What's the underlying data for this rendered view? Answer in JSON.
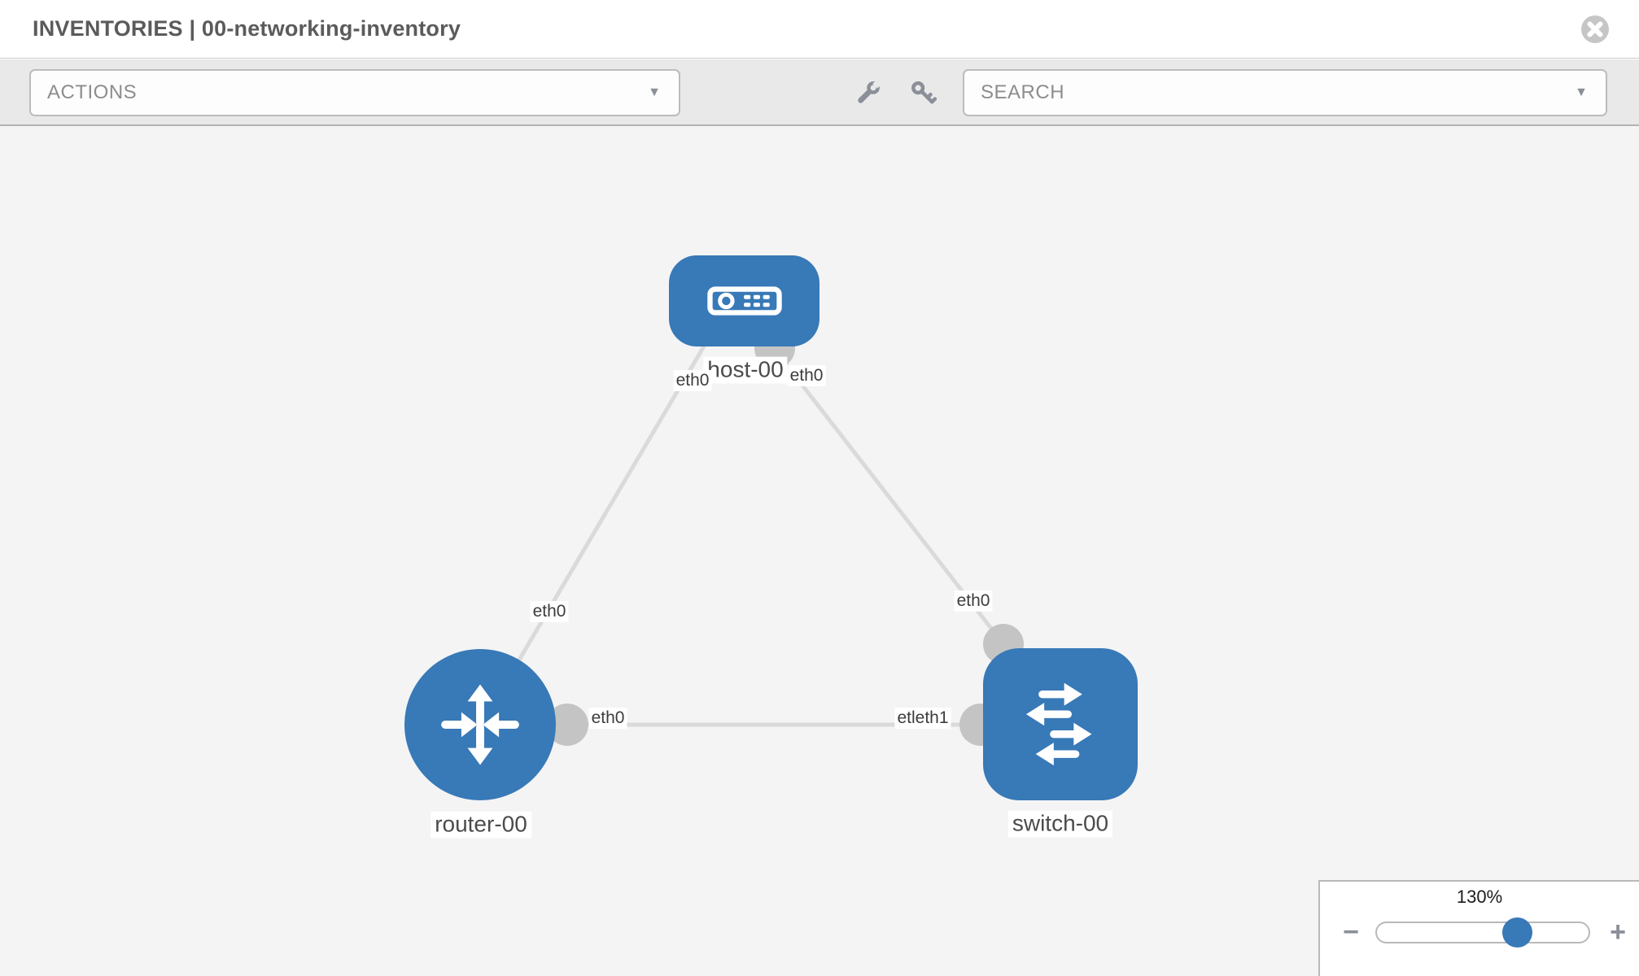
{
  "header": {
    "title": "INVENTORIES | 00-networking-inventory"
  },
  "toolbar": {
    "actions_label": "ACTIONS",
    "search_label": "SEARCH",
    "caret": "▼"
  },
  "colors": {
    "node_blue": "#3879b7",
    "link_gray": "#dadada",
    "stub_gray": "#c4c4c4",
    "canvas_bg": "#f4f4f5",
    "toolbar_bg": "#e9e9e9",
    "icon_gray": "#8a8f98"
  },
  "icons": {
    "close": "close-icon",
    "wrench": "wrench-icon",
    "key": "key-icon",
    "host": "host-device-icon",
    "router": "router-device-icon",
    "switch": "switch-device-icon"
  },
  "topology": {
    "nodes": [
      {
        "id": "host-00",
        "type": "host",
        "label": "host-00"
      },
      {
        "id": "router-00",
        "type": "router",
        "label": "router-00"
      },
      {
        "id": "switch-00",
        "type": "switch",
        "label": "switch-00"
      }
    ],
    "links": [
      {
        "from": "host-00",
        "to": "router-00"
      },
      {
        "from": "host-00",
        "to": "switch-00"
      },
      {
        "from": "router-00",
        "to": "switch-00"
      }
    ],
    "iface_labels": [
      {
        "text": "eth0"
      },
      {
        "text": "eth0"
      },
      {
        "text": "eth0"
      },
      {
        "text": "eth0"
      },
      {
        "text": "eth0"
      },
      {
        "text": "etleth1"
      }
    ]
  },
  "zoom_control": {
    "level_label": "130%",
    "percent": 130,
    "minus_label": "−",
    "plus_label": "+"
  }
}
